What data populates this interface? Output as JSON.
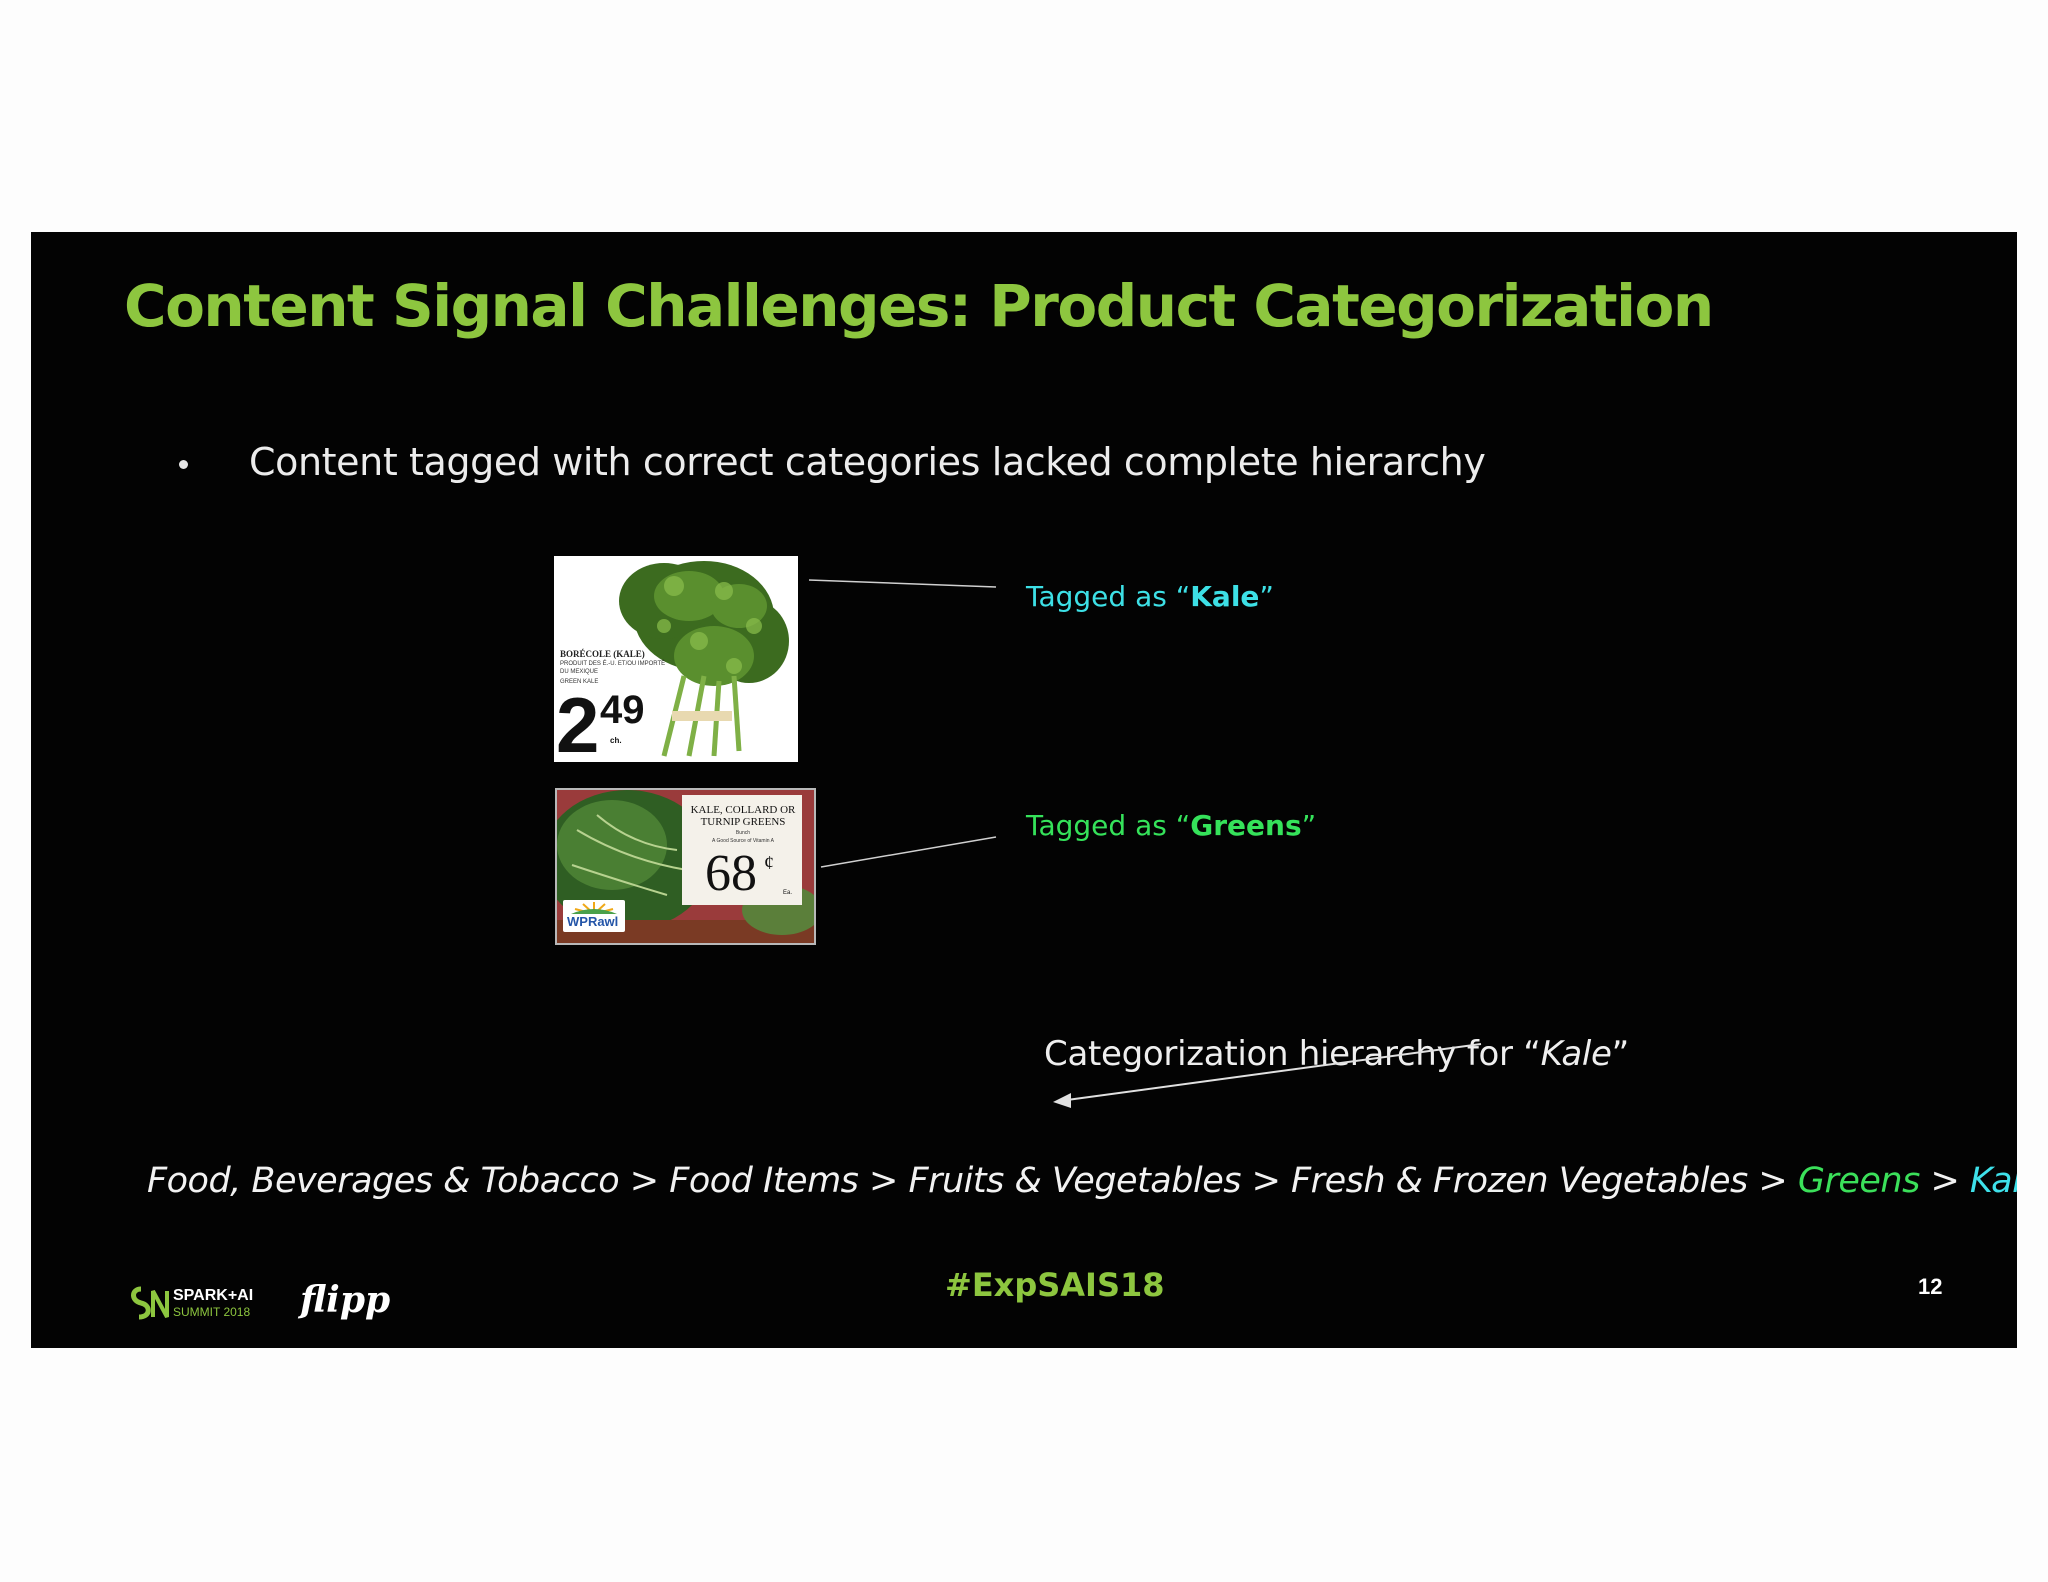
{
  "slide": {
    "title": "Content Signal Challenges: Product Categorization",
    "bullet": "Content tagged with correct categories lacked complete hierarchy",
    "images": {
      "kale": {
        "heading": "BORÉCOLE (KALE)",
        "subtext_1": "PRODUIT DES É.-U. ET/OU IMPORTÉ",
        "subtext_2": "DU MEXIQUE",
        "subtext_3": "GREEN KALE",
        "price_dollars": "2",
        "price_cents": "49",
        "unit": "ch."
      },
      "greens": {
        "heading_1": "KALE, COLLARD OR",
        "heading_2": "TURNIP GREENS",
        "subtext_1": "Bunch",
        "subtext_2": "A Good Source of Vitamin A",
        "price": "68",
        "currency": "¢",
        "unit": "Ea.",
        "brand": "WPRawl"
      }
    },
    "tag_kale": {
      "prefix": "Tagged as “",
      "value": "Kale",
      "suffix": "”"
    },
    "tag_greens": {
      "prefix": "Tagged as “",
      "value": "Greens",
      "suffix": "”"
    },
    "hierarchy_label": {
      "prefix": "Categorization hierarchy for “",
      "value": "Kale",
      "suffix": "”"
    },
    "hierarchy_path": {
      "part1": "Food, Beverages & Tobacco > Food Items > Fruits & Vegetables > Fresh & Frozen Vegetables > ",
      "greens": "Greens",
      "sep": " > ",
      "kale": "Kale"
    },
    "hashtag": "#ExpSAIS18",
    "page_number": "12",
    "logos": {
      "spark_line1": "SPARK+AI",
      "spark_line2": "SUMMIT 2018",
      "flipp": "flipp"
    },
    "colors": {
      "title": "#8dc63f",
      "cyan": "#3ee1ea",
      "green": "#3be05a",
      "background": "#030303"
    }
  }
}
